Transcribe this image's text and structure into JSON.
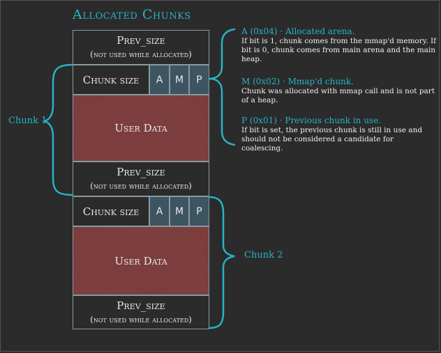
{
  "title": "Allocated Chunks",
  "cells": {
    "prev_size": "Prev_size",
    "not_used": "(not used while allocated)",
    "chunk_size": "Chunk size",
    "flag_a": "A",
    "flag_m": "M",
    "flag_p": "P",
    "user_data": "User Data"
  },
  "chunk_labels": {
    "chunk1": "Chunk 1",
    "chunk2": "Chunk 2"
  },
  "notes": [
    {
      "heading": "A (0x04) · Allocated arena.",
      "body": "If bit is 1, chunk comes from the mmap'd memory. If bit is 0, chunk comes from main arena and the main heap."
    },
    {
      "heading": "M (0x02) · Mmap'd chunk.",
      "body": "Chunk was allocated with mmap call and is not part of a heap."
    },
    {
      "heading": "P (0x01) · Previous chunk in use.",
      "body": "If bit is set, the previous chunk is still in use and should not be considered a candidate for coalescing."
    }
  ],
  "colors": {
    "accent": "#27b3c6",
    "user_data": "#7a3a3a",
    "flag_bg": "#3d5461",
    "background": "#2b2b2b"
  }
}
